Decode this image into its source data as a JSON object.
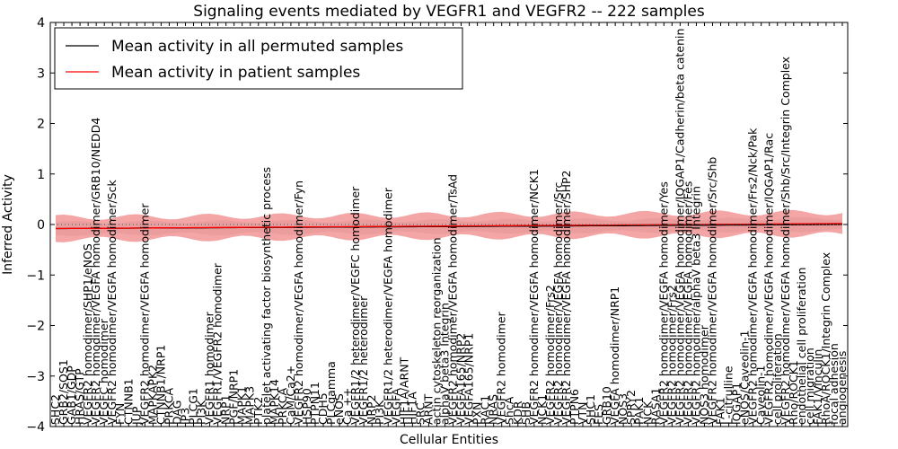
{
  "chart_data": {
    "type": "line",
    "title": "Signaling events mediated by VEGFR1 and VEGFR2 -- 222 samples",
    "xlabel": "Cellular Entities",
    "ylabel": "Inferred Activity",
    "ylim": [
      -4,
      4
    ],
    "yticks": [
      "−4",
      "−3",
      "−2",
      "−1",
      "0",
      "1",
      "2",
      "3",
      "4"
    ],
    "legend_position": "top-left",
    "grid": false,
    "series": [
      {
        "name": "Mean activity in all permuted samples",
        "color": "#000000",
        "band_color": "#c8c8c8",
        "mean_start": -0.08,
        "mean_end": 0.0,
        "band_halfwidth": 0.12
      },
      {
        "name": "Mean activity in patient samples",
        "color": "#ff0000",
        "band_color": "#f08080",
        "mean_start": -0.08,
        "mean_end": 0.02,
        "band_halfwidth": 0.22
      }
    ],
    "reference_line": {
      "y": 0,
      "style": "dotted"
    },
    "entities": [
      "SHC2",
      "GRB2/SOS1",
      "GAB1/GDP",
      "HRAS/GTP",
      "VEGFR2 homodimer/SHP1/eNOS",
      "VEGFR2 homodimer/VEGFA homodimer/GRB10/NEDD4",
      "VEGFC homodimer",
      "VEGFR2 homodimer/VEGFA homodimer/Sck",
      "FYN",
      "CTNNB1",
      "JUP",
      "VEGFR2 homodimer/VEGFA homodimer",
      "MAPKAPK2",
      "CTNNB1/NRP1",
      "PRKCA",
      "DAG",
      "IP3",
      "PLCG1",
      "PI3K",
      "VEGFR1 homodimer",
      "VEGFR1/VEGFR2 homodimer",
      "NRP1",
      "PGF/NRP1",
      "MAPK1",
      "MAPK3",
      "PTK2",
      "platelet activating factor biosynthetic process",
      "MAPK14",
      "PRKCA",
      "CaM/Ca2+",
      "VEGFR2 homodimer/VEGFA homodimer/Fyn",
      "HSP90",
      "PTPN11",
      "CDH5",
      "PLCgamma",
      "eNOS",
      "Ca ++",
      "VEGFR1/2 heterodimer/VEGFC homodimer",
      "VEGFR1/2 heterodimer",
      "NRP2",
      "PI3K",
      "VEGFR1/2 heterodimer/VEGFA homodimer",
      "VEGFA",
      "HIF1A/ARNT",
      "HIF1A",
      "SRC",
      "ARNT",
      "actin cytoskeleton reorganization",
      "alphaV beta3 Integrin",
      "VEGFR2 homodimer/VEGFA homodimer/TsAd",
      "VEGFA165/NRP2",
      "VEGFA165/NRP1",
      "PXN",
      "RAC1",
      "NRAS",
      "VEGFR2 homodimer",
      "ShcA",
      "KDR",
      "SHB",
      "VEGFR2 homodimer/VEGFA homodimer/NCK1",
      "NCK1",
      "VEGFR2 homodimer/Frs2",
      "VEGFR2 homodimer/VEGFA homodimer/Src",
      "VEGFR2 homodimer/VEGFA homodimer/SHP2",
      "PTPN6",
      "VTN",
      "SHC1",
      "FES",
      "GRB10",
      "VEGFA homodimer/NRP1",
      "NOS3",
      "SPRY2",
      "PAK1",
      "NCK",
      "RASA1",
      "VEGFR2 homodimer/VEGFA homodimer/Yes",
      "VEGFR2 homodimer/Frs2",
      "VEGFR2 homodimer/VEGFA homodimer/IQGAP1/Cadherin/beta catenin",
      "VEGFR2 homodimer/VEGFA homodimer/Fes",
      "VEGFR2 homodimer/alphaV beta3 Integrin",
      "NOS3 homodimer",
      "VEGFR2 homodimer/VEGFA homodimer/Src/Shb",
      "FAK1",
      "L-citrulline",
      "IQGAP1",
      "eNOS/Caveolin-1",
      "VEGFR2 homodimer/VEGFA homodimer/Frs2/Nck/Pak",
      "Caveolin-1",
      "VEGFR2 homodimer/VEGFA homodimer/IQGAP1/Rac",
      "cell proliferation",
      "VEGFR2 homodimer/VEGFA homodimer/Shb/Src/Integrin Complex",
      "Rho/ROCK1",
      "endothelial cell proliferation",
      "cell migration",
      "FAK1/Vinculin",
      "RhoA/ROCK1/Integrin Complex",
      "focal adhesion",
      "angiogenesis"
    ]
  }
}
